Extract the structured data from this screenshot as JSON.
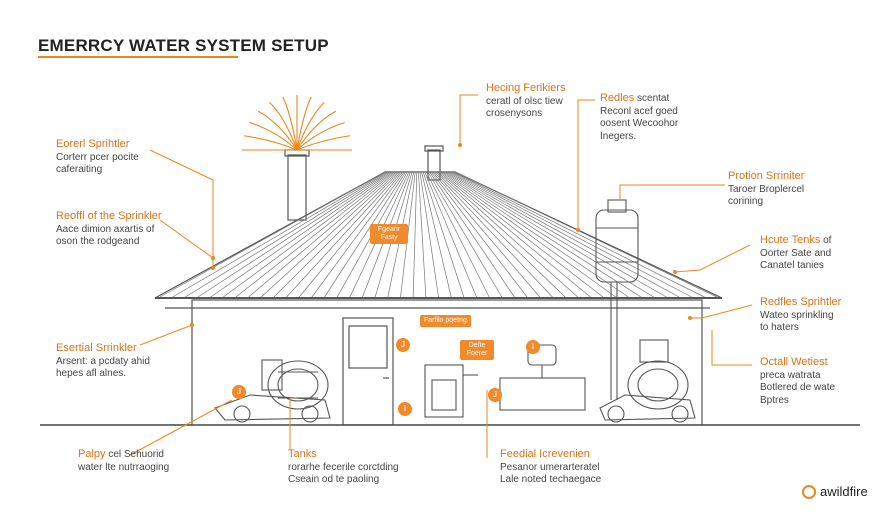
{
  "title": "EMERRCY WATER SYSTEM  SETUP",
  "brand": "awildfire",
  "colors": {
    "accent": "#e8891f",
    "line": "#555555",
    "text": "#333333"
  },
  "labels": {
    "roof_sprinkler": {
      "heading": "Eorerl Sprihtler",
      "lines": [
        "Corterr pcer pocite",
        "caferaiting"
      ]
    },
    "roof_of_sprinkler": {
      "heading": "Reoffl of the Sprinkler",
      "lines": [
        "Aace dimion axartis of",
        "oson the rodgeand"
      ]
    },
    "essential_sprinkler": {
      "heading": "Esertial Srrinkler",
      "lines": [
        "Arsent: a pcdaty ahid",
        "hepes afl alnes."
      ]
    },
    "pump": {
      "heading": "Palpy",
      "heading_rest": "cel Sehuorid",
      "lines": [
        "water lte nutrraoging"
      ]
    },
    "tanks": {
      "heading": "Tanks",
      "lines": [
        "rorarhe fecerile corctding",
        "Cseain od te paoling"
      ]
    },
    "feedial": {
      "heading": "Feedial Icrevenien",
      "lines": [
        "Pesanor umerarteratel",
        "Lale noted techaegace"
      ]
    },
    "hecing_fenkers": {
      "heading": "Hecing Ferikiers",
      "lines": [
        "ceratl of olsc tiew",
        "crosenysons"
      ]
    },
    "redles": {
      "heading": "Redles",
      "heading_rest": "scentat",
      "lines": [
        "Reconl acef goed",
        "oosent Wecoohor",
        "Inegers."
      ]
    },
    "protion_sprinkler": {
      "heading": "Protion Srriniter",
      "lines": [
        "Taroer Broplercel",
        "corining"
      ]
    },
    "home_tanks": {
      "heading": "Hcute Tenks",
      "heading_rest": "of",
      "lines": [
        "Oorter Sate and",
        "Canatel tanies"
      ]
    },
    "redles_sprinkler": {
      "heading": "Redfles Sprihtler",
      "lines": [
        "Wateo sprinkling",
        "to haters"
      ]
    },
    "octal_wetiest": {
      "heading": "Octall Wetiest",
      "lines": [
        "preca watrata",
        "Botlered de wate",
        "Bptres"
      ]
    }
  },
  "tags": {
    "roof_tag": "Fgearir\nFasty",
    "wall_tag": "Farfilo pqetng",
    "pump_tag": "Defte\nFoerer"
  },
  "markers": [
    "J",
    "I",
    "I",
    "J",
    "J"
  ]
}
